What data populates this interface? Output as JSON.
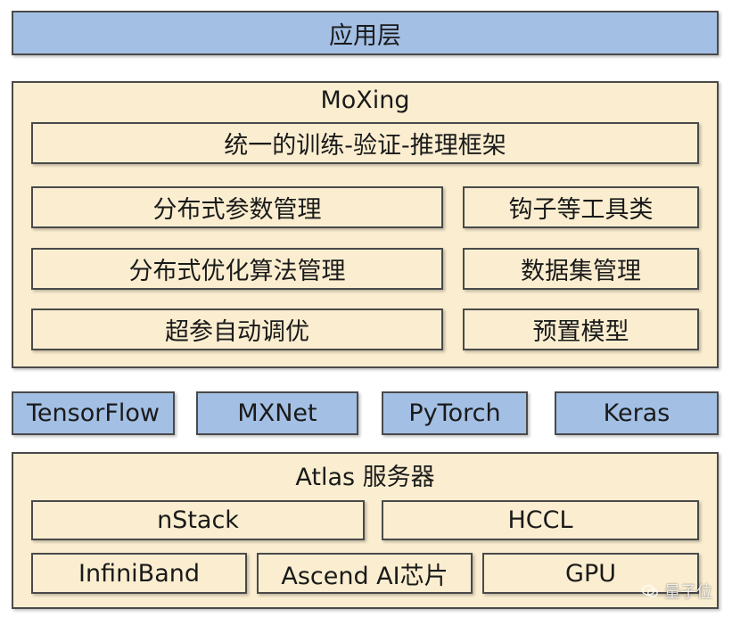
{
  "application_layer": {
    "label": "应用层"
  },
  "moxing": {
    "title": "MoXing",
    "unified": "统一的训练-验证-推理框架",
    "items": [
      "分布式参数管理",
      "钩子等工具类",
      "分布式优化算法管理",
      "数据集管理",
      "超参自动调优",
      "预置模型"
    ]
  },
  "frameworks": [
    "TensorFlow",
    "MXNet",
    "PyTorch",
    "Keras"
  ],
  "atlas": {
    "title": "Atlas 服务器",
    "row1": [
      "nStack",
      "HCCL"
    ],
    "row2": [
      "InfiniBand",
      "Ascend AI芯片",
      "GPU"
    ]
  },
  "watermark": {
    "text": "量子位",
    "icon": "wechat-icon"
  },
  "colors": {
    "blue": "#a3bfe4",
    "cream": "#fbeed0",
    "border": "#4a4a4a"
  }
}
